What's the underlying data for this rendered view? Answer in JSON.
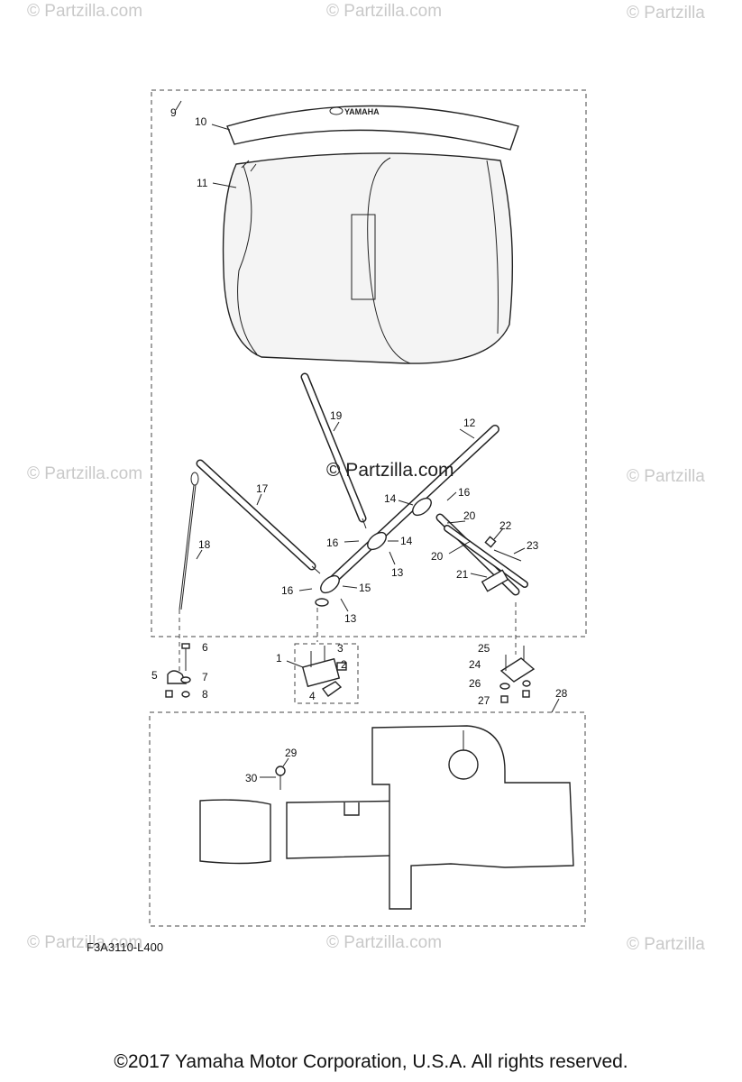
{
  "watermarks": [
    "© Partzilla.com",
    "© Partzilla.com",
    "© Partzilla",
    "© Partzilla.com",
    "© Partzilla",
    "© Partzilla.com",
    "© Partzilla.com",
    "© Partzilla"
  ],
  "brand_watermark": "© Partzilla.com",
  "cover_logo": "YAMAHA",
  "callouts": [
    "1",
    "2",
    "3",
    "4",
    "5",
    "6",
    "7",
    "8",
    "9",
    "10",
    "11",
    "12",
    "13",
    "13",
    "14",
    "14",
    "15",
    "16",
    "16",
    "16",
    "17",
    "18",
    "19",
    "20",
    "20",
    "21",
    "22",
    "23",
    "24",
    "25",
    "26",
    "27",
    "28",
    "29",
    "30"
  ],
  "diagram_code": "F3A3110-L400",
  "copyright": "©2017  Yamaha Motor Corporation, U.S.A. All rights reserved."
}
